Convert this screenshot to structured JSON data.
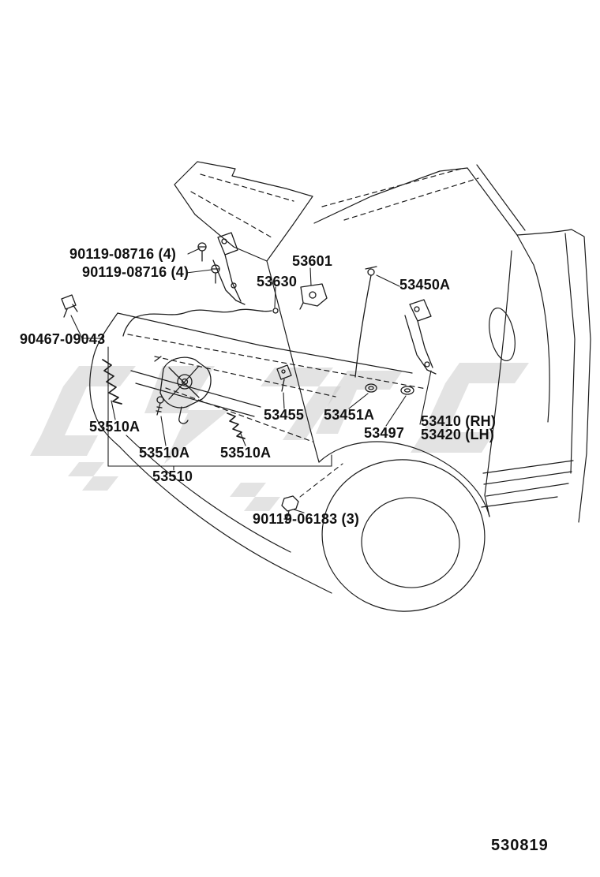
{
  "page": {
    "background_color": "#ffffff",
    "line_color": "#1c1c1c",
    "watermark_color": "#c8c8c8",
    "label_color": "#111111"
  },
  "diagram": {
    "labels": [
      {
        "text": "90119-08716 (4)"
      },
      {
        "text": "90119-08716 (4)"
      },
      {
        "text": "53601"
      },
      {
        "text": "53630"
      },
      {
        "text": "53450A"
      },
      {
        "text": "90467-09043"
      },
      {
        "text": "53455"
      },
      {
        "text": "53451A"
      },
      {
        "text": "53410 (RH)"
      },
      {
        "text": "53497"
      },
      {
        "text": "53420 (LH)"
      },
      {
        "text": "53510A"
      },
      {
        "text": "53510A"
      },
      {
        "text": "53510A"
      },
      {
        "text": "53510"
      },
      {
        "text": "90119-06183 (3)"
      }
    ],
    "diagram_number": "530819"
  }
}
